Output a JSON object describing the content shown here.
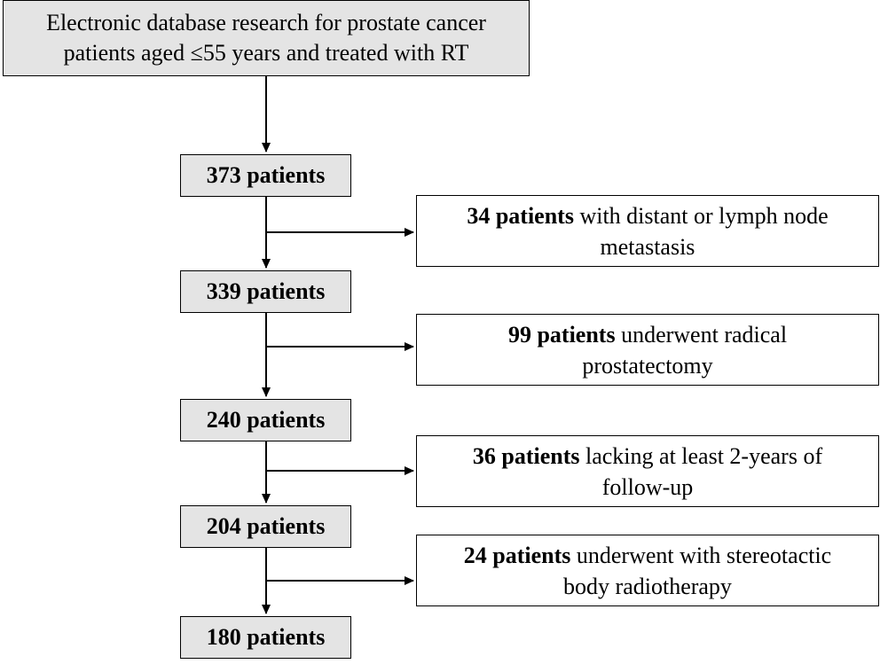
{
  "source_box": {
    "line1": "Electronic database research for prostate cancer",
    "line2": "patients aged ≤55 years and treated with RT"
  },
  "stages": [
    {
      "label": "373 patients"
    },
    {
      "label": "339 patients"
    },
    {
      "label": "240 patients"
    },
    {
      "label": "204 patients"
    },
    {
      "label": "180 patients"
    }
  ],
  "exclusions": [
    {
      "bold": "34 patients",
      "rest1": "with distant or lymph node",
      "rest2": "metastasis"
    },
    {
      "bold": "99 patients",
      "rest1": "underwent radical",
      "rest2": "prostatectomy"
    },
    {
      "bold": "36 patients",
      "rest1": "lacking at least 2-years of",
      "rest2": "follow-up"
    },
    {
      "bold": "24 patients",
      "rest1": "underwent with stereotactic",
      "rest2": "body radiotherapy"
    }
  ]
}
